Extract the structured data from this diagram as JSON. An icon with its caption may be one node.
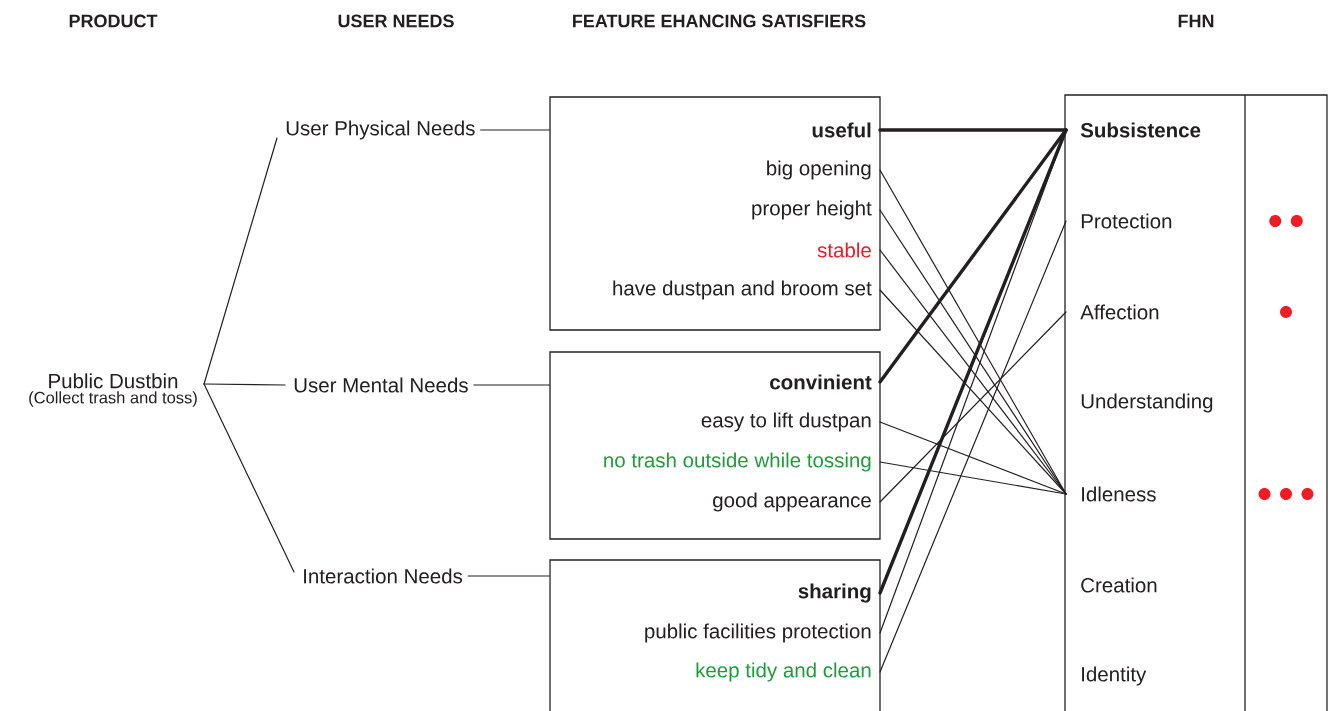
{
  "diagram": {
    "nodes": [
      {
        "text": [
          "Public Dustbin",
          "(Collect trash and toss)"
        ]
      },
      {
        "text": [
          "User Physical Needs"
        ]
      },
      {
        "text": [
          "User Mental Needs"
        ]
      },
      {
        "text": [
          "Interaction Needs"
        ]
      },
      {
        "text": [],
        "shape": "box"
      },
      {
        "text": [
          "**useful**"
        ],
        "in": 4
      },
      {
        "text": [
          "big opening"
        ],
        "in": 4
      },
      {
        "text": [
          "proper height"
        ],
        "in": 4
      },
      {
        "text": [
          "stable"
        ],
        "in": 4
      },
      {
        "text": [
          "have dustpan and broom set"
        ],
        "in": 4
      },
      {
        "text": [],
        "shape": "box"
      },
      {
        "text": [
          "**convinient**"
        ],
        "in": 10
      },
      {
        "text": [
          "easy to lift dustpan"
        ],
        "in": 10
      },
      {
        "text": [
          "no trash outside while tossing"
        ],
        "in": 10
      },
      {
        "text": [
          "good appearance"
        ],
        "in": 10
      },
      {
        "text": [],
        "shape": "box"
      },
      {
        "text": [
          "**sharing**"
        ],
        "in": 15
      },
      {
        "text": [
          "public facilities protection"
        ],
        "in": 15
      },
      {
        "text": [
          "keep tidy and clean"
        ],
        "in": 15
      },
      {
        "text": [],
        "shape": "box"
      },
      {
        "text": [
          "**Subsistence**"
        ],
        "in": 19
      },
      {
        "text": [
          "Protection"
        ],
        "in": 19
      },
      {
        "text": [
          "Affection"
        ],
        "in": 19
      },
      {
        "text": [
          "Understanding"
        ],
        "in": 19
      },
      {
        "text": [
          "Idleness"
        ],
        "in": 19
      },
      {
        "text": [
          "Creation"
        ],
        "in": 19
      },
      {
        "text": [
          "Identity"
        ],
        "in": 19
      }
    ],
    "edges": [
      {
        "from": 0,
        "to": 1,
        "arrow": "none"
      },
      {
        "from": 0,
        "to": 2,
        "arrow": "none"
      },
      {
        "from": 0,
        "to": 3,
        "arrow": "none"
      },
      {
        "from": 1,
        "to": 4,
        "arrow": "none"
      },
      {
        "from": 2,
        "to": 10,
        "arrow": "none"
      },
      {
        "from": 3,
        "to": 15,
        "arrow": "none"
      },
      {
        "from": 5,
        "to": 20,
        "arrow": "none",
        "style": "thick"
      },
      {
        "from": 6,
        "to": 24,
        "arrow": "none"
      },
      {
        "from": 7,
        "to": 24,
        "arrow": "none"
      },
      {
        "from": 8,
        "to": 24,
        "arrow": "none"
      },
      {
        "from": 9,
        "to": 24,
        "arrow": "none"
      },
      {
        "from": 11,
        "to": 20,
        "arrow": "none",
        "style": "thick"
      },
      {
        "from": 12,
        "to": 24,
        "arrow": "none"
      },
      {
        "from": 13,
        "to": 24,
        "arrow": "none"
      },
      {
        "from": 14,
        "to": 22,
        "arrow": "none"
      },
      {
        "from": 16,
        "to": 20,
        "arrow": "none",
        "style": "thick"
      },
      {
        "from": 17,
        "to": 20,
        "arrow": "none"
      },
      {
        "from": 18,
        "to": 21,
        "arrow": "none"
      }
    ],
    "labels": [
      "PRODUCT",
      "USER NEEDS",
      "FEATURE EHANCING SATISFIERS",
      "FHN"
    ]
  }
}
